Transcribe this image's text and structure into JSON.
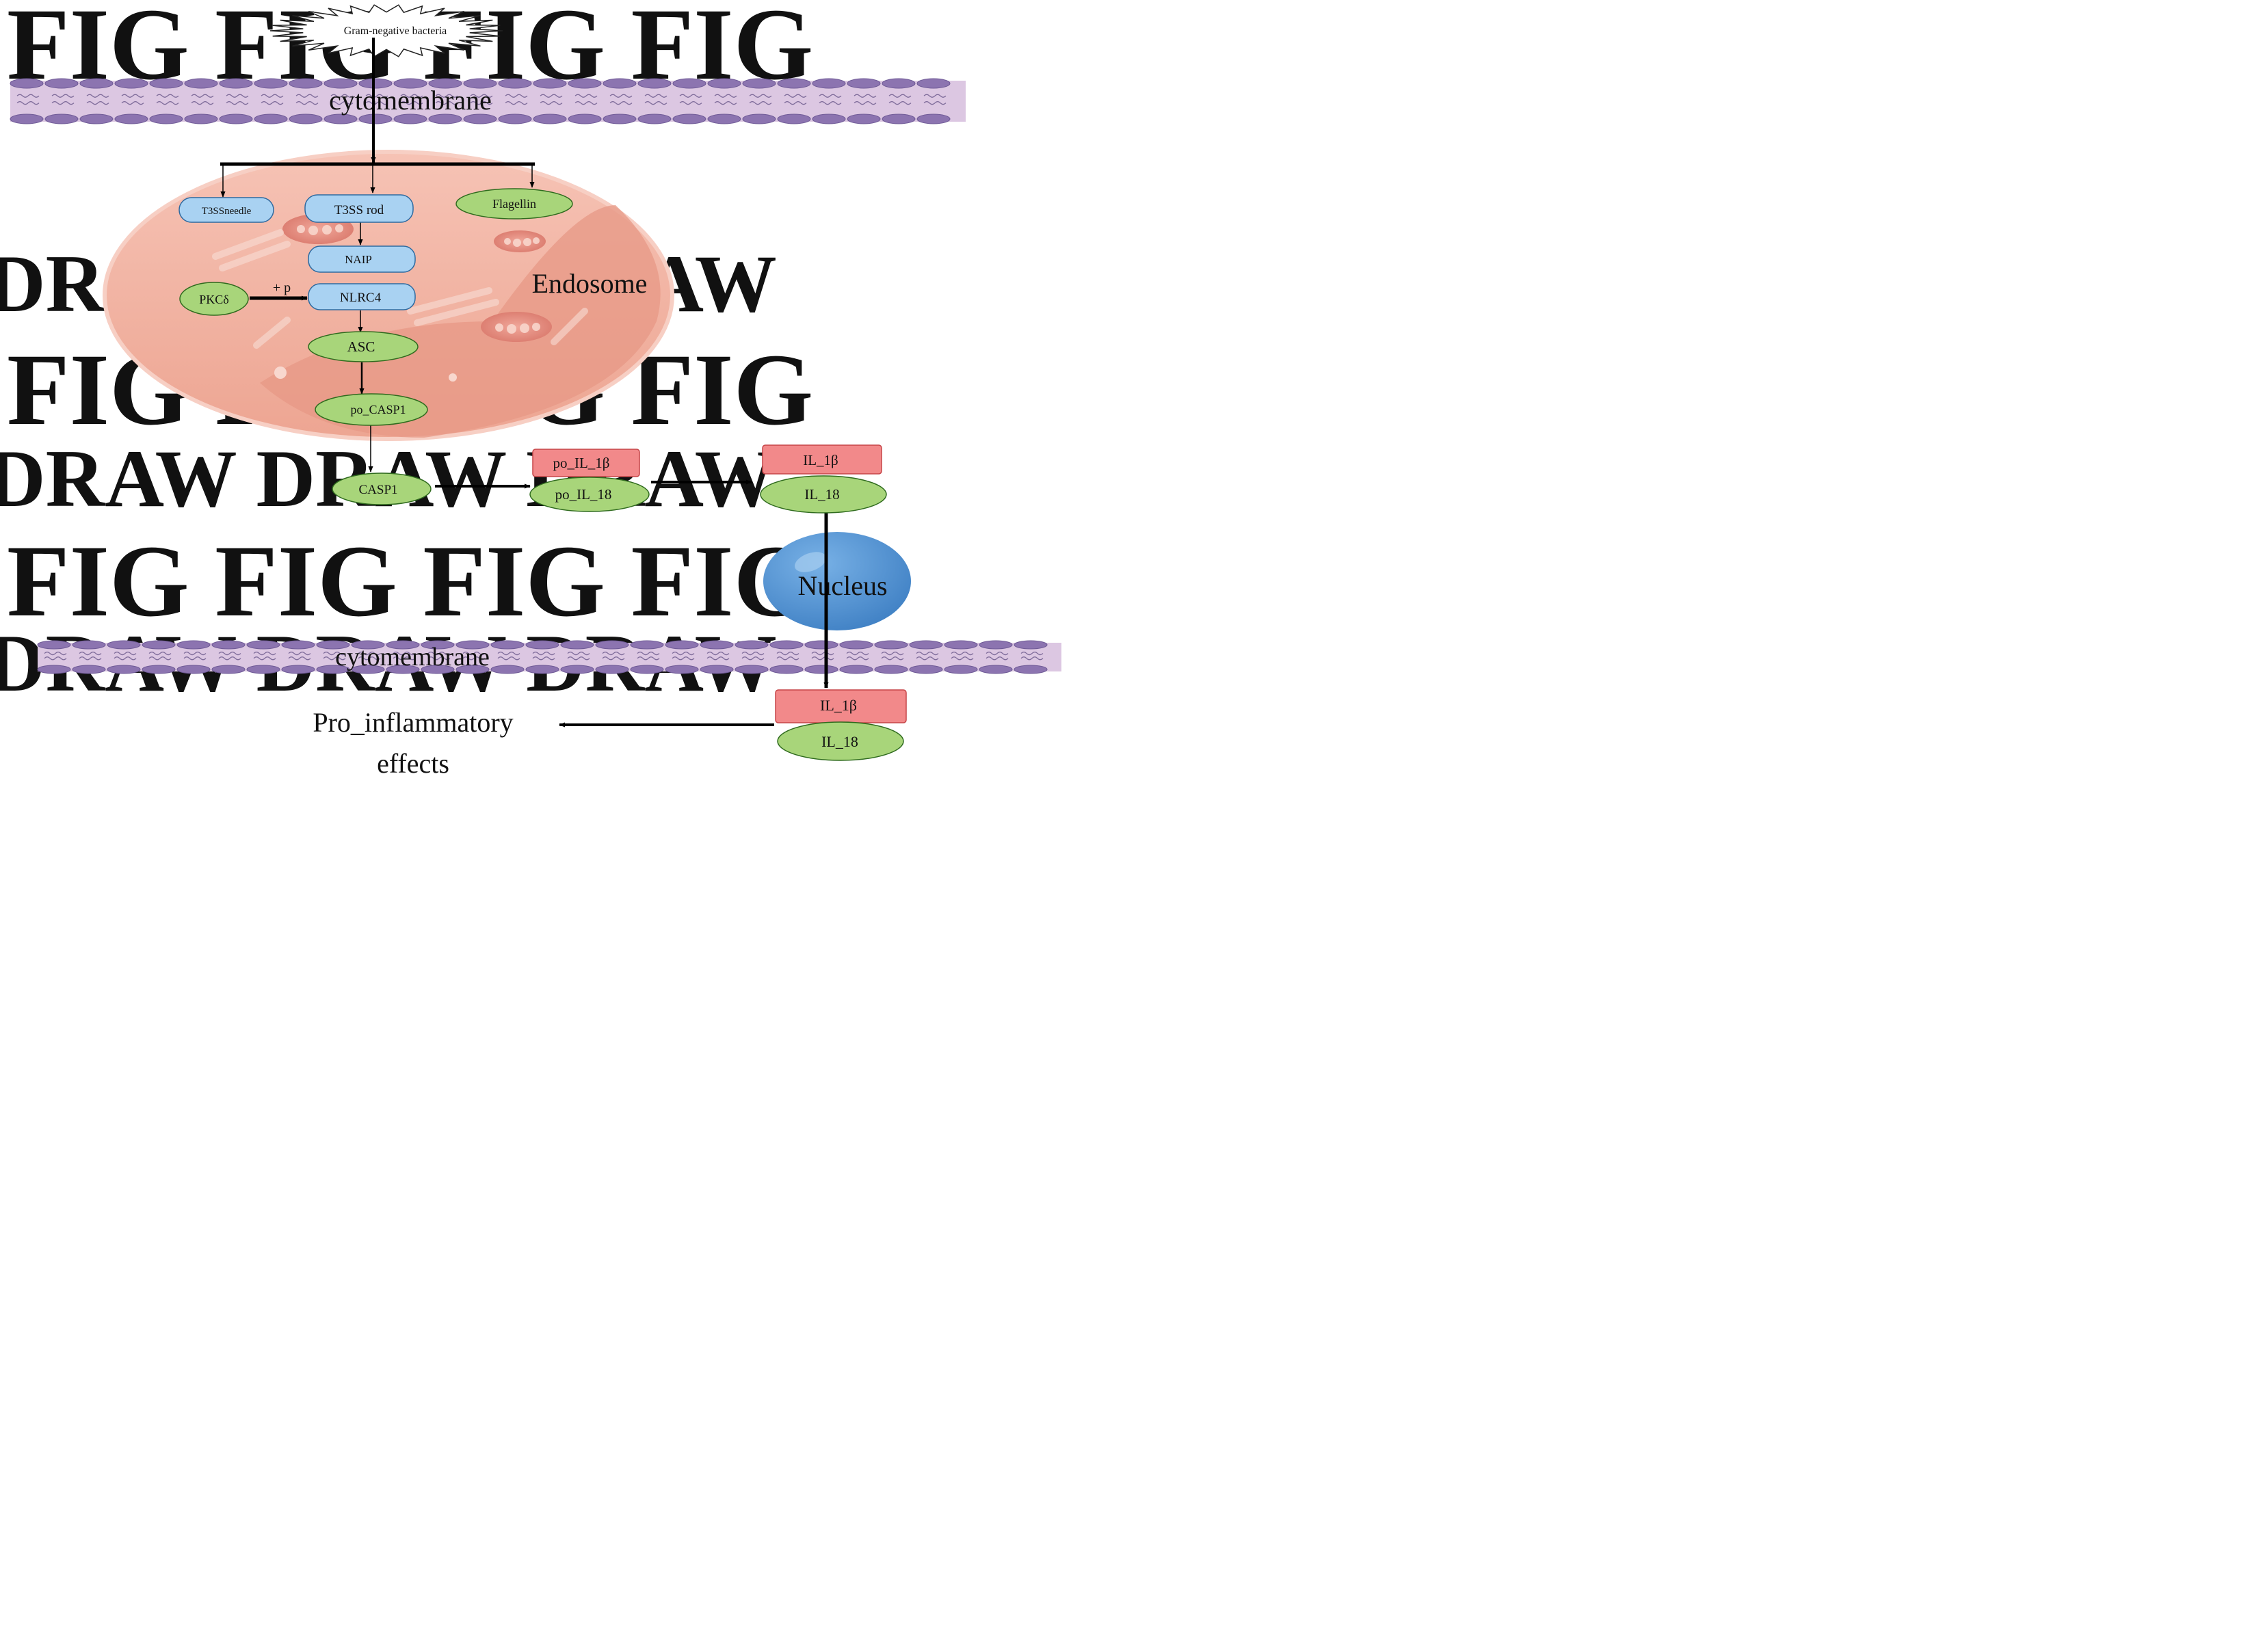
{
  "labels": {
    "bacteria": "Gram-negative bacteria",
    "membrane_top": "cytomembrane",
    "membrane_bottom": "cytomembrane",
    "endosome": "Endosome",
    "nucleus": "Nucleus",
    "phosphorylation": "+ p",
    "outcome_line1": "Pro_inflammatory",
    "outcome_line2": "effects"
  },
  "nodes": {
    "t3ss_needle": "T3SSneedle",
    "t3ss_rod": "T3SS rod",
    "flagellin": "Flagellin",
    "naip": "NAIP",
    "pkc_delta": "PKCδ",
    "nlrc4": "NLRC4",
    "asc": "ASC",
    "po_casp1": "po_CASP1",
    "casp1": "CASP1",
    "po_il1b": "po_IL_1β",
    "po_il18": "po_IL_18",
    "il1b_mid": "IL_1β",
    "il18_mid": "IL_18",
    "il1b_out": "IL_1β",
    "il18_out": "IL_18"
  },
  "watermark": [
    "FIG",
    "DRAW"
  ],
  "colors": {
    "blue_node": "#a9d2f2",
    "green_node": "#a8d57a",
    "red_node": "#f2898a",
    "membrane": "#d9c4e0",
    "lipid_head": "#8c74b0",
    "endosome": "#f2b3a2",
    "nucleus": "#4d8fd0",
    "arrow": "#000000"
  }
}
